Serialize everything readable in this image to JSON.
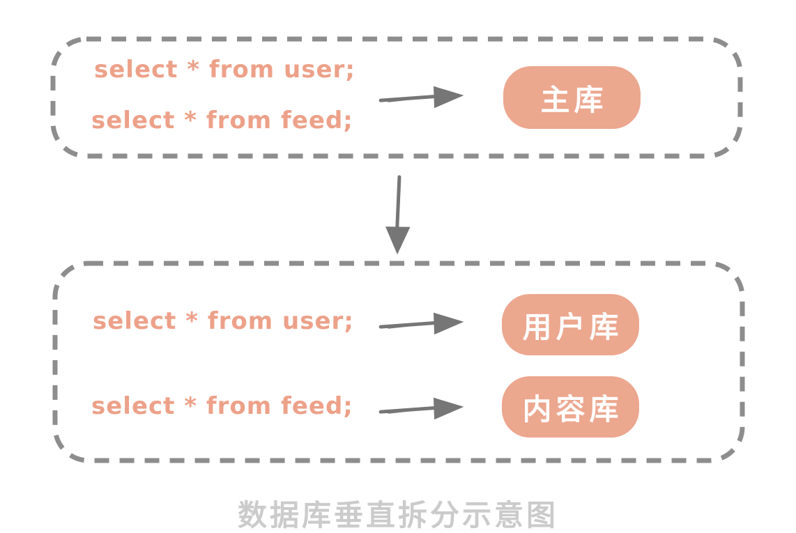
{
  "diagram": {
    "caption": "数据库垂直拆分示意图",
    "before_split": {
      "query1": "select * from user;",
      "query2": "select * from feed;",
      "database_label": "主库"
    },
    "after_split": {
      "rows": [
        {
          "query": "select * from user;",
          "database_label": "用户库"
        },
        {
          "query": "select * from feed;",
          "database_label": "内容库"
        }
      ]
    },
    "icons": {
      "right_arrow": "→",
      "down_arrow": "↓"
    },
    "colors": {
      "node_fill": "#eca78f",
      "query_text": "#eda189",
      "node_text": "#ffffff",
      "dashed_border": "#8d8d8d",
      "arrow": "#767676",
      "caption_text": "#cbcbcb"
    }
  }
}
